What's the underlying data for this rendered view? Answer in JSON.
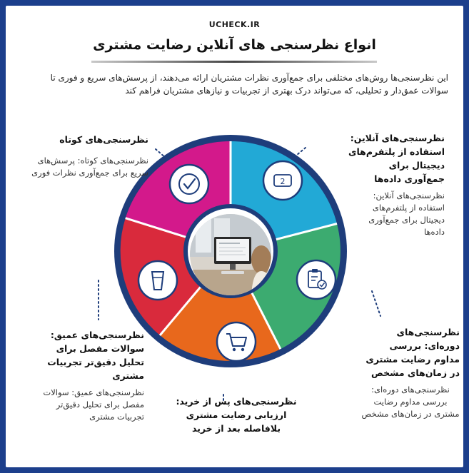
{
  "brand": "UCHECK.IR",
  "title": "انواع نظرسنجی های آنلاین رضایت مشتری",
  "intro": "این نظرسنجی‌ها روش‌های مختلفی برای جمع‌آوری نظرات مشتریان ارائه می‌دهند، از پرسش‌های سریع و فوری تا سوالات عمق‌دار و تحلیلی، که می‌تواند درک بهتری از تجربیات و نیازهای مشتریان فراهم کند",
  "colors": {
    "frame": "#1c3f8c",
    "ring": "#1e3d7b",
    "online": "#22a9d6",
    "periodic": "#3cab70",
    "post_purchase": "#e8681c",
    "deep": "#d92a3c",
    "short": "#d3198b"
  },
  "sections": {
    "short": {
      "heading": "نظرسنجی‌های کوتاه",
      "description": "نظرسنجی‌های کوتاه: پرسش‌های سریع برای جمع‌آوری نظرات فوری",
      "icon": "checkmark-circle-icon"
    },
    "online": {
      "heading": "نظرسنجی‌های آنلاین: استفاده از پلتفرم‌های دیجیتال برای جمع‌آوری داده‌ها",
      "description": "نظرسنجی‌های آنلاین: استفاده از پلتفرم‌های دیجیتال برای جمع‌آوری داده‌ها",
      "icon": "numbered-badge-icon",
      "badge": "2"
    },
    "deep": {
      "heading": "نظرسنجی‌های عمیق: سوالات مفصل برای تحلیل دقیق‌تر تجربیات مشتری",
      "description": "نظرسنجی‌های عمیق: سوالات مفصل برای تحلیل دقیق‌تر تجربیات مشتری",
      "icon": "glass-icon"
    },
    "periodic": {
      "heading": "نظرسنجی‌های دوره‌ای: بررسی مداوم رضایت مشتری در زمان‌های مشخص",
      "description": "نظرسنجی‌های دوره‌ای: بررسی مداوم رضایت مشتری در زمان‌های مشخص",
      "icon": "clipboard-check-icon"
    },
    "post_purchase": {
      "heading": "نظرسنجی‌های پس از خرید: ارزیابی رضایت مشتری بلافاصله بعد از خرید",
      "icon": "shopping-cart-icon"
    }
  }
}
